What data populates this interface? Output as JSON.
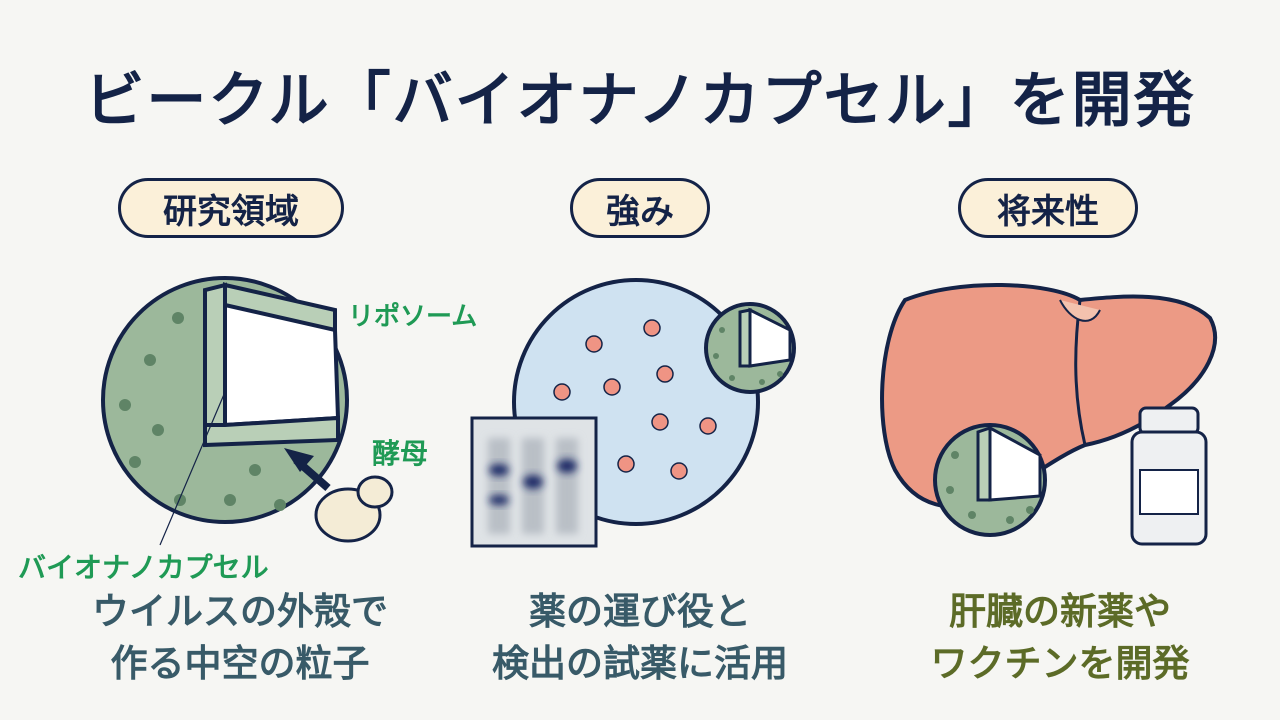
{
  "title": "ビークル「バイオナノカプセル」を開発",
  "sections": [
    {
      "heading": "研究領域",
      "desc_line1": "ウイルスの外殻で",
      "desc_line2": "作る中空の粒子"
    },
    {
      "heading": "強み",
      "desc_line1": "薬の運び役と",
      "desc_line2": "検出の試薬に活用"
    },
    {
      "heading": "将来性",
      "desc_line1": "肝臓の新薬や",
      "desc_line2": "ワクチンを開発"
    }
  ],
  "labels": {
    "liposome": "リポソーム",
    "yeast": "酵母",
    "capsule": "バイオナノカプセル"
  },
  "colors": {
    "title": "#142347",
    "label_green": "#1f9a55",
    "desc_teal": "#385a68",
    "desc_olive": "#5c6b27",
    "capsule_fill": "#9cb89b",
    "liposome_fill": "#cfe2f1",
    "liver_fill": "#ec9a85"
  }
}
